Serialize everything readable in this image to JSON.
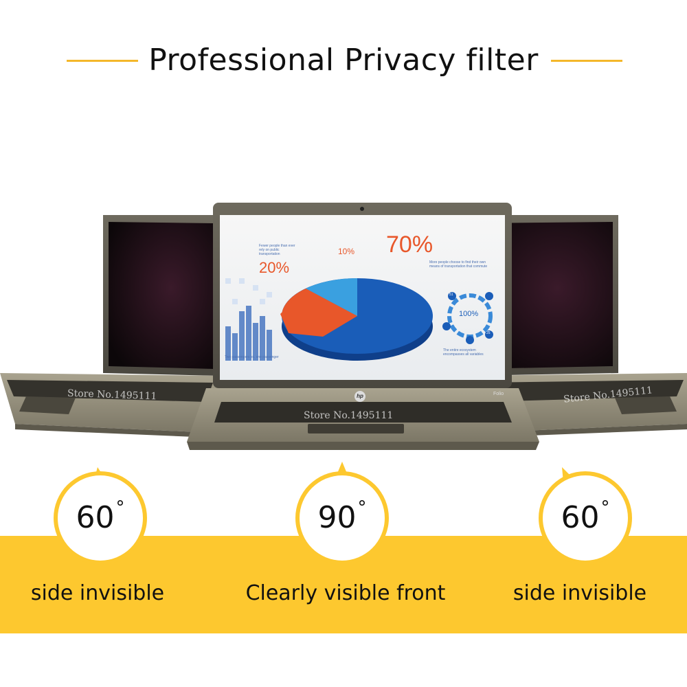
{
  "header": {
    "title": "Professional Privacy filter"
  },
  "colors": {
    "accent": "#fdc82f",
    "line": "#f4b72a",
    "pie_blue": "#1a5db8",
    "pie_orange": "#e8572a",
    "pie_light": "#3aa0e0"
  },
  "screen": {
    "pct_70": "70%",
    "pct_20": "20%",
    "pct_10": "10%",
    "pct_100": "100%",
    "note_top_left": "Fewer people than ever rely on public transportation",
    "note_top_right": "More people choose to find their own means of transportation that commute",
    "note_bottom_left": "Two passengers vs. one passenger",
    "note_bottom_right": "The entire ecosystem encompasses all variables",
    "ring_51": "51",
    "ring_25": "25"
  },
  "watermarks": {
    "left": "Store No.1495111",
    "center": "Store No.1495111",
    "right": "Store No.1495111"
  },
  "brand": {
    "logo_text": "hp",
    "model": "Folio"
  },
  "angles": [
    {
      "value": "60",
      "degree": "°",
      "caption": "side invisible"
    },
    {
      "value": "90",
      "degree": "°",
      "caption": "Clearly visible front"
    },
    {
      "value": "60",
      "degree": "°",
      "caption": "side invisible"
    }
  ]
}
